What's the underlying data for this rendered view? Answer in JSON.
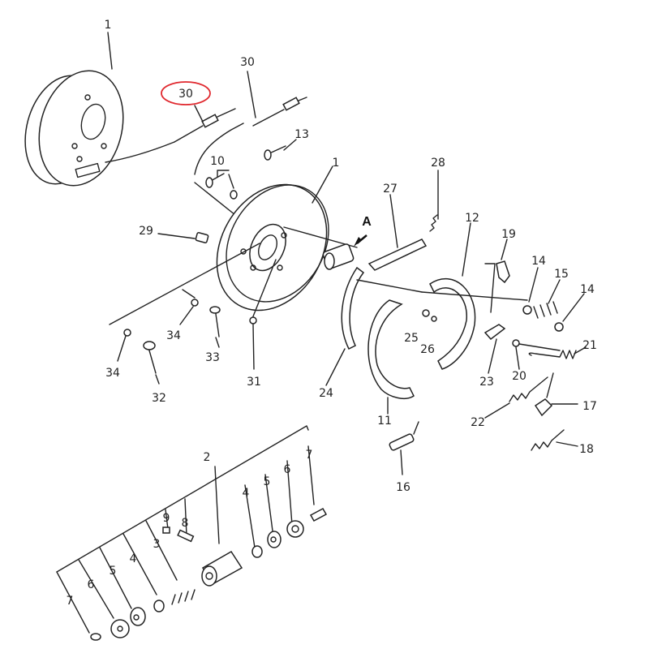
{
  "title": "Brake assembly exploded parts diagram",
  "highlight_color": "#e0282e",
  "line_color": "#222222",
  "labels": {
    "backing_plate_left": "1",
    "cable_circled": "30",
    "cable_right": "30",
    "bolt_13": "13",
    "bolt_10": "10",
    "backing_plate_center": "1",
    "spring_28": "28",
    "adjuster_27": "27",
    "view_a": "A",
    "shoe_12": "12",
    "lever_19": "19",
    "plug_29": "29",
    "washer_14a": "14",
    "spring_15": "15",
    "washer_14b": "14",
    "washer_34a": "34",
    "bolt_33": "33",
    "washer_31": "31",
    "pin_25": "25",
    "washer_26": "26",
    "spring_21": "21",
    "washer_20": "20",
    "lever_23": "23",
    "strut_24": "24",
    "clip_17": "17",
    "spring_22": "22",
    "shoe_11": "11",
    "spring_18": "18",
    "adjuster_16": "16",
    "bolt_32": "32",
    "washer_34b": "34",
    "cylinder_2": "2",
    "cap_7a": "7",
    "boot_6a": "6",
    "piston_5a": "5",
    "cup_4a": "4",
    "cap_9": "9",
    "bleeder_8": "8",
    "spring_3": "3",
    "cup_4b": "4",
    "piston_5b": "5",
    "boot_6b": "6",
    "cap_7b": "7"
  }
}
